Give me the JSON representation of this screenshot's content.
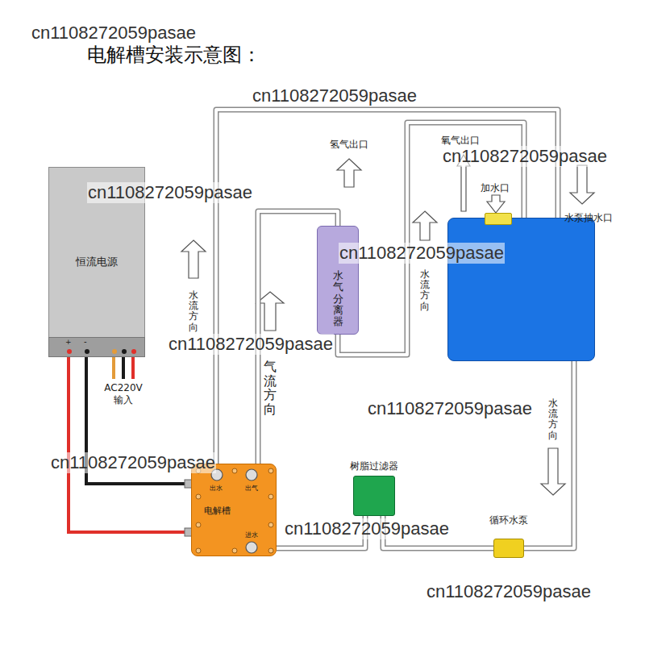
{
  "diagram": {
    "title": "电解槽安装示意图：",
    "nodes": [
      {
        "text": [
          "恒流电源"
        ]
      },
      {
        "text": [
          "水气分离器"
        ]
      },
      {
        "text": [
          "加水口"
        ]
      },
      {
        "text": [
          "电解槽",
          "出水",
          "出气",
          "进水"
        ]
      },
      {
        "text": [
          "树脂过滤器"
        ]
      },
      {
        "text": [
          "循环水泵"
        ]
      }
    ],
    "edges": [
      {
        "from": 3,
        "to": 1,
        "arrow": "none"
      },
      {
        "from": 1,
        "to": 2,
        "arrow": "none"
      },
      {
        "from": 3,
        "to": 2,
        "arrow": "none"
      },
      {
        "from": 2,
        "to": 5,
        "arrow": "none"
      },
      {
        "from": 5,
        "to": 4,
        "arrow": "none"
      },
      {
        "from": 4,
        "to": 3,
        "arrow": "none"
      }
    ],
    "labels": [
      "cn1108272059pasae",
      "cn1108272059pasae",
      "氢气出口",
      "氧气出口",
      "cn1108272059pasae",
      "cn1108272059pasae",
      "水泵抽水口",
      "cn1108272059pasae",
      "水流方向",
      "水流方向",
      "cn1108272059pasae",
      "气流方向",
      "+",
      "-",
      "AC220V 输入",
      "cn1108272059pasae",
      "水流方向",
      "cn1108272059pasae",
      "cn1108272059pasae",
      "cn1108272059pasae"
    ]
  }
}
